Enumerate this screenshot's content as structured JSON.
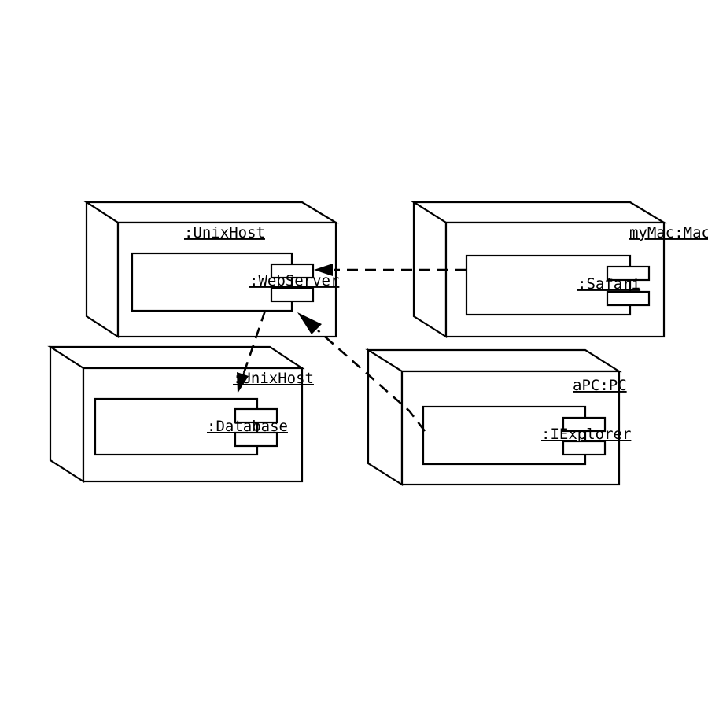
{
  "diagram": {
    "nodes": {
      "unixhost_web": {
        "title": ":UnixHost",
        "component": ":WebServer"
      },
      "mymac": {
        "title": "myMac:Mac",
        "component": ":Safari"
      },
      "unixhost_db": {
        "title": ":UnixHost",
        "component": ":Database"
      },
      "apc": {
        "title": "aPC:PC",
        "component": ":IExplorer"
      }
    },
    "connections": [
      {
        "from": ":Safari",
        "to": ":WebServer"
      },
      {
        "from": ":IExplorer",
        "to": ":WebServer"
      },
      {
        "from": ":WebServer",
        "to": ":Database"
      }
    ]
  }
}
